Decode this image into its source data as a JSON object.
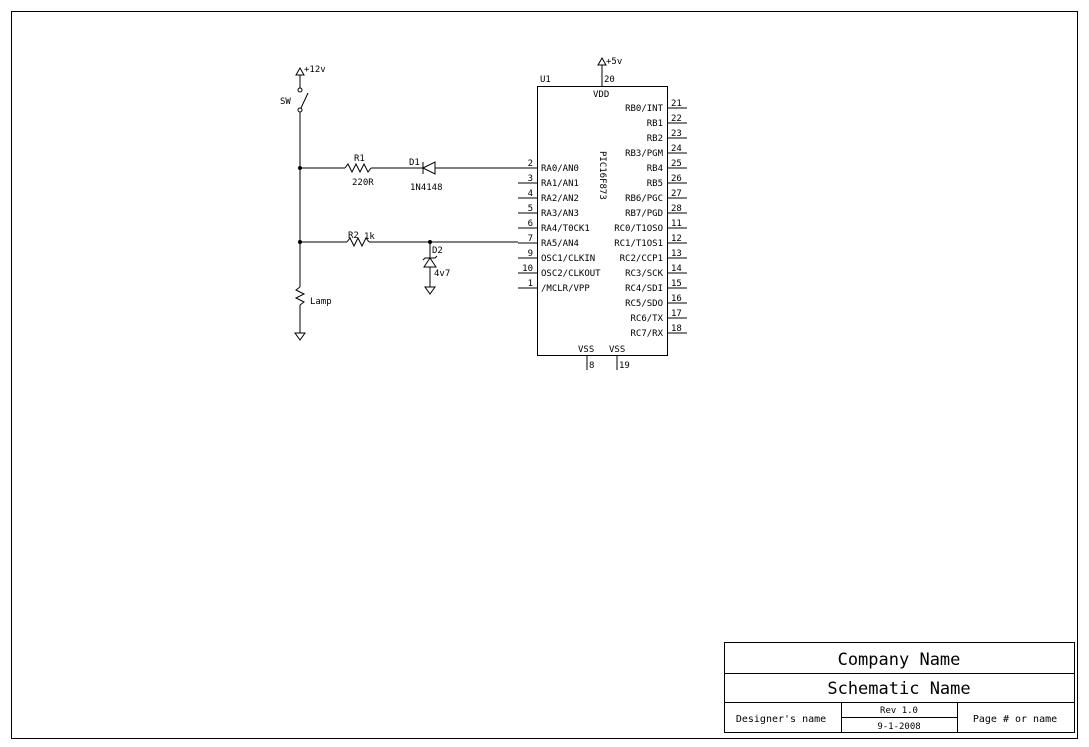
{
  "power": {
    "vcc12": "+12v",
    "vcc5": "+5v"
  },
  "switch": {
    "ref": "SW"
  },
  "r1": {
    "ref": "R1",
    "value": "220R"
  },
  "d1": {
    "ref": "D1",
    "value": "1N4148"
  },
  "r2": {
    "ref": "R2",
    "value": "1k"
  },
  "d2": {
    "ref": "D2",
    "value": "4v7"
  },
  "lamp": {
    "ref": "Lamp"
  },
  "ic": {
    "ref": "U1",
    "part": "PIC16F873",
    "vdd": {
      "label": "VDD",
      "num": "20"
    },
    "vss": [
      {
        "label": "VSS",
        "num": "8"
      },
      {
        "label": "VSS",
        "num": "19"
      }
    ],
    "left_pins": [
      {
        "num": "2",
        "label": "RA0/AN0"
      },
      {
        "num": "3",
        "label": "RA1/AN1"
      },
      {
        "num": "4",
        "label": "RA2/AN2"
      },
      {
        "num": "5",
        "label": "RA3/AN3"
      },
      {
        "num": "6",
        "label": "RA4/T0CK1"
      },
      {
        "num": "7",
        "label": "RA5/AN4"
      },
      {
        "num": "9",
        "label": "OSC1/CLKIN"
      },
      {
        "num": "10",
        "label": "OSC2/CLKOUT"
      },
      {
        "num": "1",
        "label": "/MCLR/VPP"
      }
    ],
    "right_pins": [
      {
        "num": "21",
        "label": "RB0/INT"
      },
      {
        "num": "22",
        "label": "RB1"
      },
      {
        "num": "23",
        "label": "RB2"
      },
      {
        "num": "24",
        "label": "RB3/PGM"
      },
      {
        "num": "25",
        "label": "RB4"
      },
      {
        "num": "26",
        "label": "RB5"
      },
      {
        "num": "27",
        "label": "RB6/PGC"
      },
      {
        "num": "28",
        "label": "RB7/PGD"
      },
      {
        "num": "11",
        "label": "RC0/T1OSO"
      },
      {
        "num": "12",
        "label": "RC1/T1OS1"
      },
      {
        "num": "13",
        "label": "RC2/CCP1"
      },
      {
        "num": "14",
        "label": "RC3/SCK"
      },
      {
        "num": "15",
        "label": "RC4/SDI"
      },
      {
        "num": "16",
        "label": "RC5/SDO"
      },
      {
        "num": "17",
        "label": "RC6/TX"
      },
      {
        "num": "18",
        "label": "RC7/RX"
      }
    ]
  },
  "title_block": {
    "company": "Company Name",
    "schematic": "Schematic Name",
    "designer": "Designer's name",
    "rev": "Rev 1.0",
    "date": "9-1-2008",
    "page": "Page # or name"
  }
}
